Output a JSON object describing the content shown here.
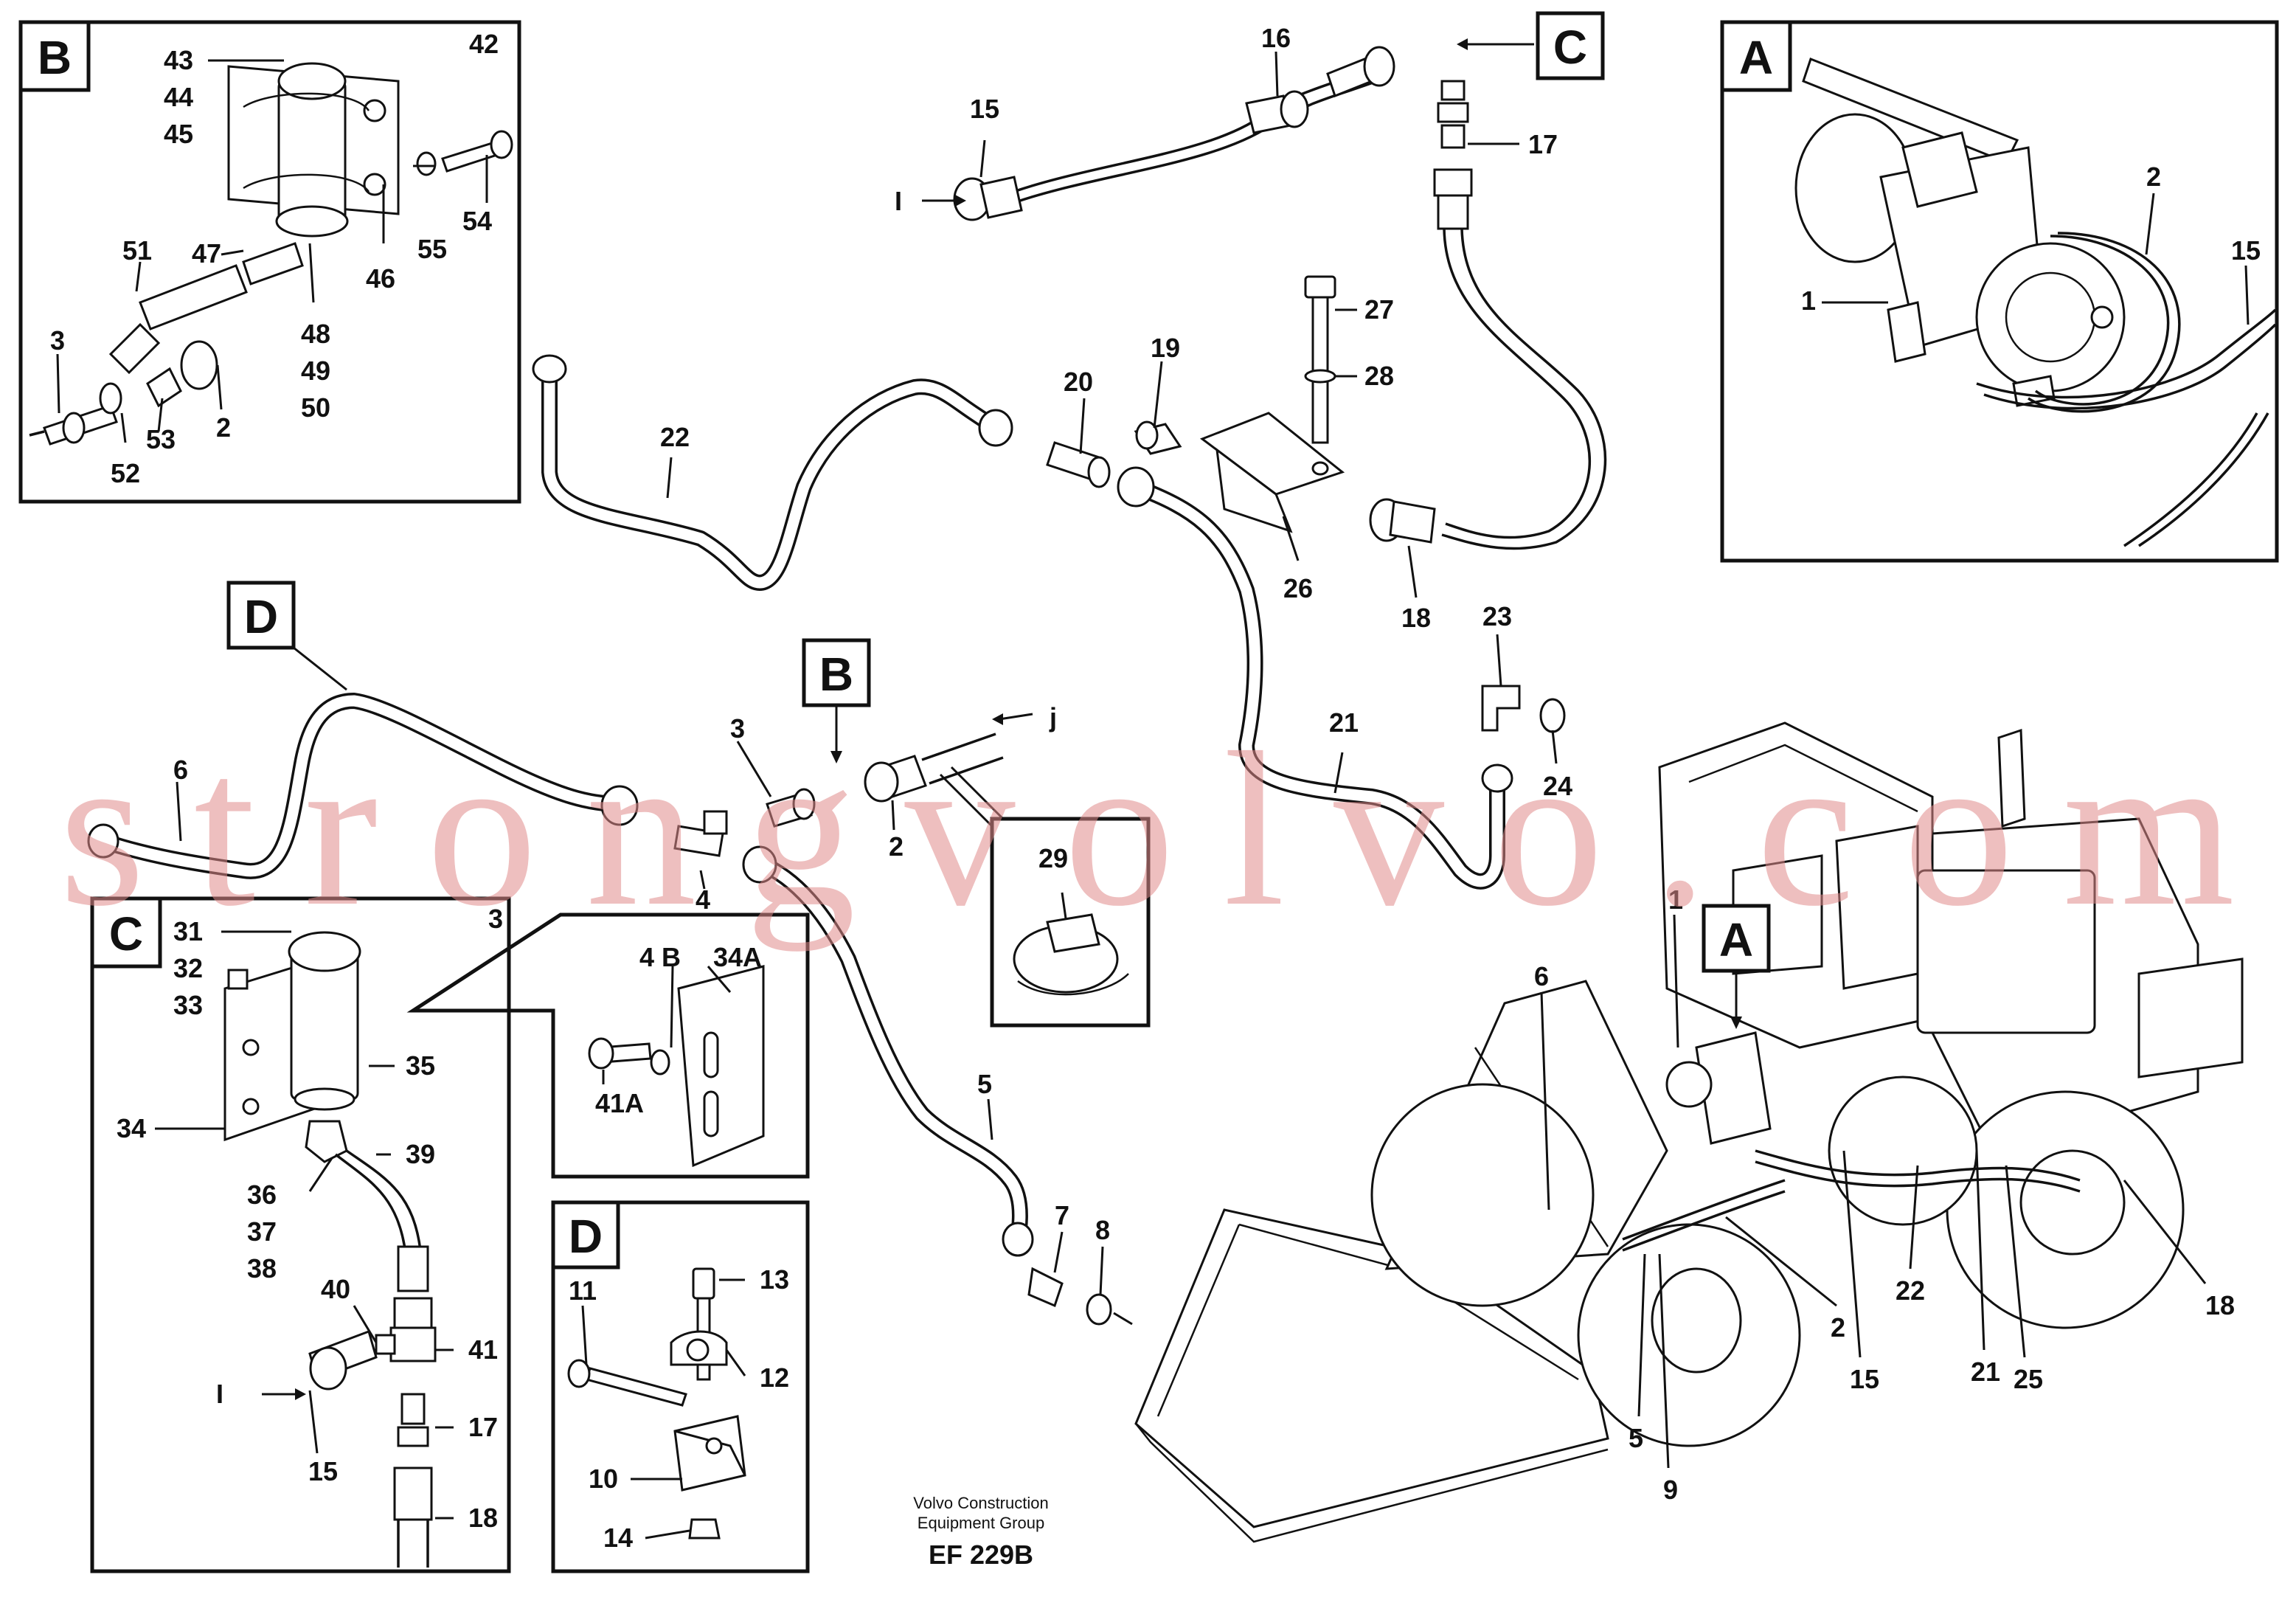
{
  "boxes": {
    "A": "A",
    "B": "B",
    "C": "C",
    "D": "D"
  },
  "labels": {
    "l1": "1",
    "l2": "2",
    "l3": "3",
    "l4": "4",
    "l5": "5",
    "l6": "6",
    "l7": "7",
    "l8": "8",
    "l9": "9",
    "l10": "10",
    "l11": "11",
    "l12": "12",
    "l13": "13",
    "l14": "14",
    "l15": "15",
    "l16": "16",
    "l17": "17",
    "l18": "18",
    "l19": "19",
    "l20": "20",
    "l21": "21",
    "l22": "22",
    "l23": "23",
    "l24": "24",
    "l25": "25",
    "l26": "26",
    "l27": "27",
    "l28": "28",
    "l29": "29",
    "l31": "31",
    "l32": "32",
    "l33": "33",
    "l34": "34",
    "l35": "35",
    "l36": "36",
    "l37": "37",
    "l38": "38",
    "l39": "39",
    "l40": "40",
    "l41": "41",
    "l42": "42",
    "l43": "43",
    "l44": "44",
    "l45": "45",
    "l46": "46",
    "l47": "47",
    "l48": "48",
    "l49": "49",
    "l50": "50",
    "l51": "51",
    "l52": "52",
    "l53": "53",
    "l54": "54",
    "l55": "55",
    "l3x": "3",
    "l4B": "4 B",
    "l34A": "34A",
    "l41A": "41A",
    "lI": "I",
    "lj": "j"
  },
  "footer": {
    "line1": "Volvo Construction",
    "line2": "Equipment Group",
    "code": "EF 229B"
  },
  "watermark": "strongvolvo.com",
  "colors": {
    "ink": "#111111",
    "watermark": "#e08a8a",
    "background": "#ffffff"
  }
}
